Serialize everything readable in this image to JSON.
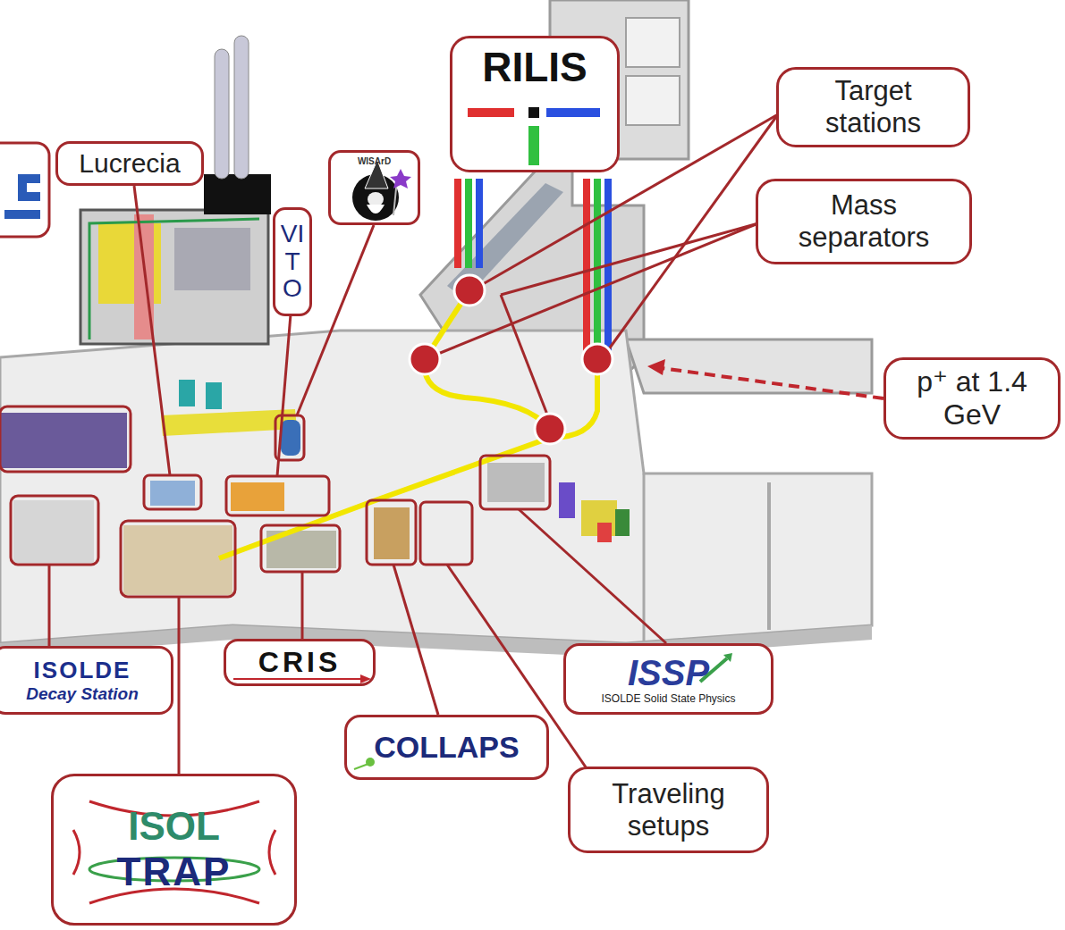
{
  "diagram": {
    "nodes": [
      {
        "text": [
          "RILIS"
        ]
      },
      {
        "text": [
          "Target stations"
        ]
      },
      {
        "text": [
          "Lucrecia"
        ]
      },
      {
        "text": [
          "WISArD"
        ]
      },
      {
        "text": [
          "VITO"
        ]
      },
      {
        "text": [
          "Mass separators"
        ]
      },
      {
        "text": [
          "p⁺ at 1.4 GeV"
        ]
      },
      {
        "text": [
          "ISOLDE",
          "Decay Station"
        ]
      },
      {
        "text": [
          "CRIS"
        ]
      },
      {
        "text": [
          "ISSP",
          "ISOLDE Solid State Physics"
        ]
      },
      {
        "text": [
          "COLLAPS"
        ]
      },
      {
        "text": [
          "Traveling setups"
        ]
      },
      {
        "text": [
          "ISOL",
          "TRAP"
        ]
      }
    ]
  }
}
